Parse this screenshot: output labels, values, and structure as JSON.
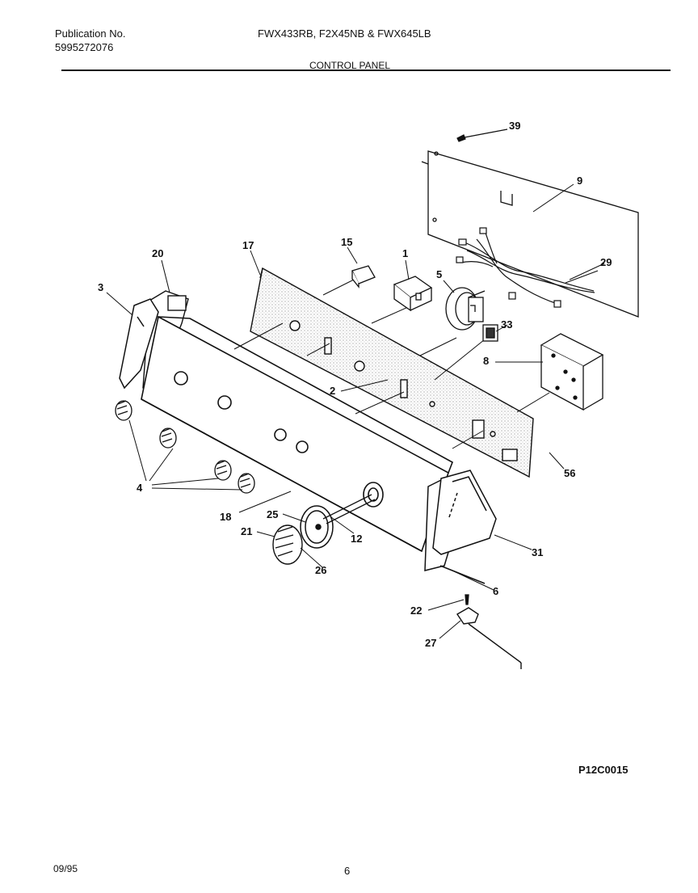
{
  "header": {
    "publication_label": "Publication No.",
    "publication_number": "5995272076",
    "models": "FWX433RB, F2X45NB & FWX645LB",
    "section_title": "CONTROL PANEL"
  },
  "callouts": {
    "c39": "39",
    "c9": "9",
    "c29": "29",
    "c20": "20",
    "c17": "17",
    "c15": "15",
    "c1": "1",
    "c5": "5",
    "c3": "3",
    "c33": "33",
    "c8": "8",
    "c2": "2",
    "c4": "4",
    "c56": "56",
    "c18": "18",
    "c25": "25",
    "c21": "21",
    "c12": "12",
    "c26": "26",
    "c31": "31",
    "c6": "6",
    "c22": "22",
    "c27": "27"
  },
  "footer": {
    "diagram_code": "P12C0015",
    "date": "09/95",
    "page": "6"
  }
}
